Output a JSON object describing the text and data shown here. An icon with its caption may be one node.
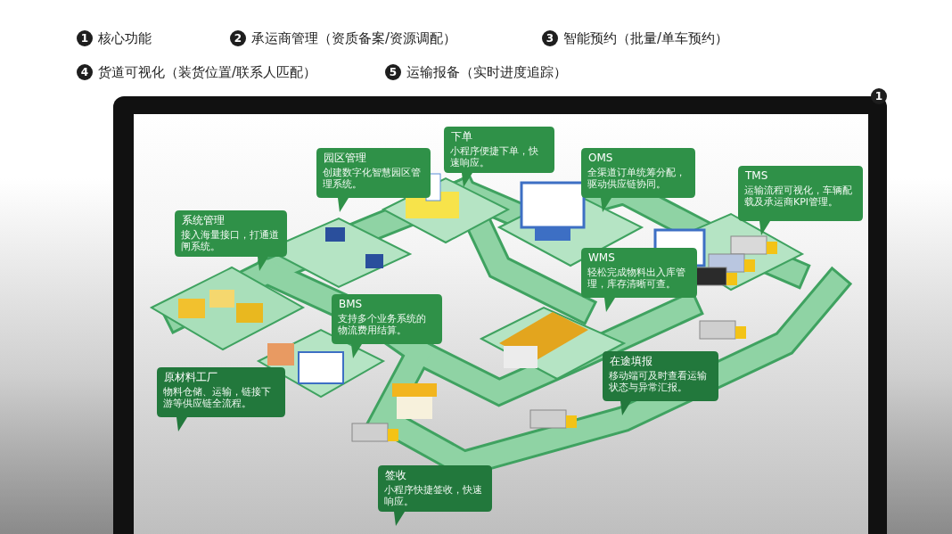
{
  "diagram": {
    "nodes": [
      {
        "text": [
          "系统管理",
          "接入海量接口，打通道闸系统。"
        ]
      },
      {
        "text": [
          "园区管理",
          "创建数字化智慧园区管理系统。"
        ]
      },
      {
        "text": [
          "下单",
          "小程序便捷下单，快速响应。"
        ]
      },
      {
        "text": [
          "OMS",
          "全渠道订单统筹分配，驱动供应链协同。"
        ]
      },
      {
        "text": [
          "TMS",
          "运输流程可视化，车辆配载及承运商KPI管理。"
        ]
      },
      {
        "text": [
          "WMS",
          "轻松完成物料出入库管理，库存清晰可查。"
        ]
      },
      {
        "text": [
          "BMS",
          "支持多个业务系统的物流费用结算。"
        ]
      },
      {
        "text": [
          "原材料工厂",
          "物料仓储、运输，链接下游等供应链全流程。"
        ]
      },
      {
        "text": [
          "在途填报",
          "移动端可及时查看运输状态与异常汇报。"
        ]
      },
      {
        "text": [
          "签收",
          "小程序快捷签收，快速响应。"
        ]
      }
    ],
    "labels": [
      "1",
      "核心功能",
      "2",
      "承运商管理（资质备案/资源调配）",
      "3",
      "智能预约（批量/单车预约）",
      "4",
      "货道可视化（装货位置/联系人匹配）",
      "5",
      "运输报备（实时进度追踪）",
      "1"
    ]
  }
}
